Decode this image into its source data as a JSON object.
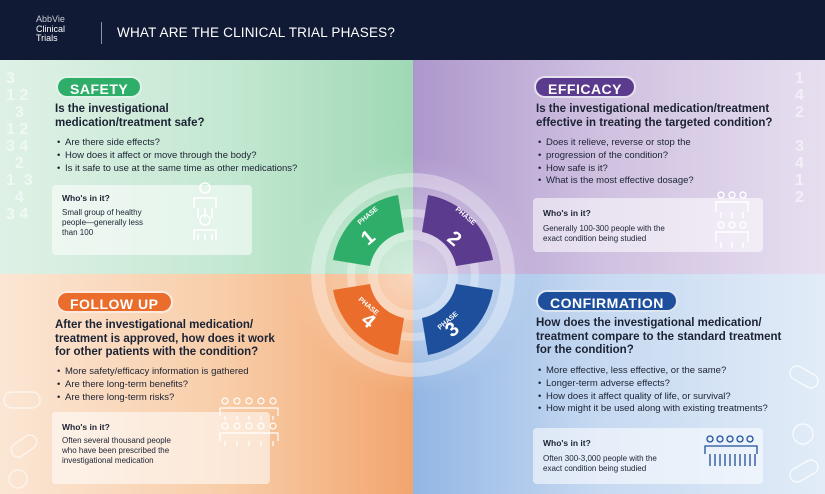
{
  "header": {
    "logo_line1": "AbbVie",
    "logo_line2": "Clinical",
    "logo_line3": "Trials",
    "title": "WHAT ARE THE CLINICAL TRIAL PHASES?"
  },
  "colors": {
    "safety": "#2fae69",
    "efficacy": "#5b3b8e",
    "follow_up": "#ea6d2c",
    "confirmation": "#1e4f9c",
    "header_bg": "#111a35"
  },
  "phases": [
    {
      "label": "PHASE",
      "number": "1"
    },
    {
      "label": "PHASE",
      "number": "2"
    },
    {
      "label": "PHASE",
      "number": "3"
    },
    {
      "label": "PHASE",
      "number": "4"
    }
  ],
  "safety": {
    "heading": "SAFETY",
    "question_line1": "Is the investigational",
    "question_line2": "medication/treatment safe?",
    "bullets": [
      "Are there side effects?",
      "How does it affect or move through the body?",
      "Is it safe to use at the same time as other medications?"
    ],
    "who_heading": "Who's in it?",
    "who_line1": "Small group of healthy",
    "who_line2": "people—generally less",
    "who_line3": "than 100",
    "icon": "small-group-people-icon"
  },
  "efficacy": {
    "heading": "EFFICACY",
    "question_line1": "Is the investigational medication/treatment",
    "question_line2": "effective in treating the targeted condition?",
    "bullets": [
      "Does it relieve, reverse or stop the",
      "progression of the condition?",
      "How safe is it?",
      "What is the most effective dosage?"
    ],
    "who_heading": "Who's in it?",
    "who_line1": "Generally 100-300 people with the",
    "who_line2": "exact condition being studied",
    "icon": "medium-group-people-icon"
  },
  "follow_up": {
    "heading": "FOLLOW UP",
    "question_line1": "After the investigational medication/",
    "question_line2": "treatment is approved, how does it work",
    "question_line3": "for other patients with the condition?",
    "bullets": [
      "More safety/efficacy information is gathered",
      "Are there long-term benefits?",
      "Are there long-term risks?"
    ],
    "who_heading": "Who's in it?",
    "who_line1": "Often several thousand people",
    "who_line2": "who have been prescribed the",
    "who_line3": "investigational medication",
    "icon": "crowd-people-icon"
  },
  "confirmation": {
    "heading": "CONFIRMATION",
    "question_line1": "How does the investigational medication/",
    "question_line2": "treatment compare to the standard treatment",
    "question_line3": "for the condition?",
    "bullets": [
      "More effective, less effective, or the same?",
      "Longer-term adverse effects?",
      "How does it affect quality of life, or survival?",
      "How might it be used along with existing treatments?"
    ],
    "who_heading": "Who's in it?",
    "who_line1": "Often 300-3,000 people with the",
    "who_line2": "exact condition being studied",
    "icon": "large-group-people-icon"
  }
}
